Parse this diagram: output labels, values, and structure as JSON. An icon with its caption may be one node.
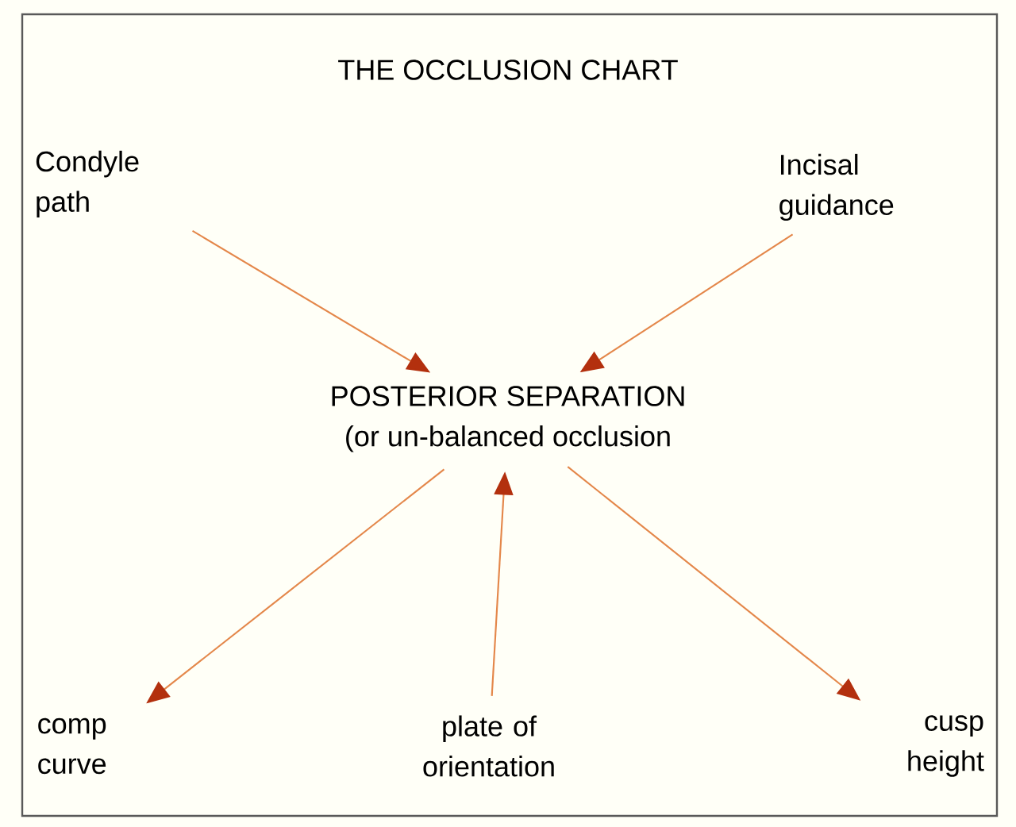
{
  "diagram": {
    "title": "THE OCCLUSION CHART",
    "nodes": [
      {
        "text": [
          "Condyle path"
        ]
      },
      {
        "text": [
          "Incisal guidance"
        ]
      },
      {
        "text": [
          "POSTERIOR SEPARATION",
          "(or un-balanced occlusion"
        ]
      },
      {
        "text": [
          "comp curve"
        ]
      },
      {
        "text": [
          "plate of orientation"
        ]
      },
      {
        "text": [
          "cusp height"
        ]
      }
    ],
    "edges": [
      {
        "from": 0,
        "to": 2,
        "arrow": "to"
      },
      {
        "from": 1,
        "to": 2,
        "arrow": "to"
      },
      {
        "from": 2,
        "to": 3,
        "arrow": "to"
      },
      {
        "from": 4,
        "to": 2,
        "arrow": "to"
      },
      {
        "from": 2,
        "to": 5,
        "arrow": "to"
      }
    ]
  }
}
